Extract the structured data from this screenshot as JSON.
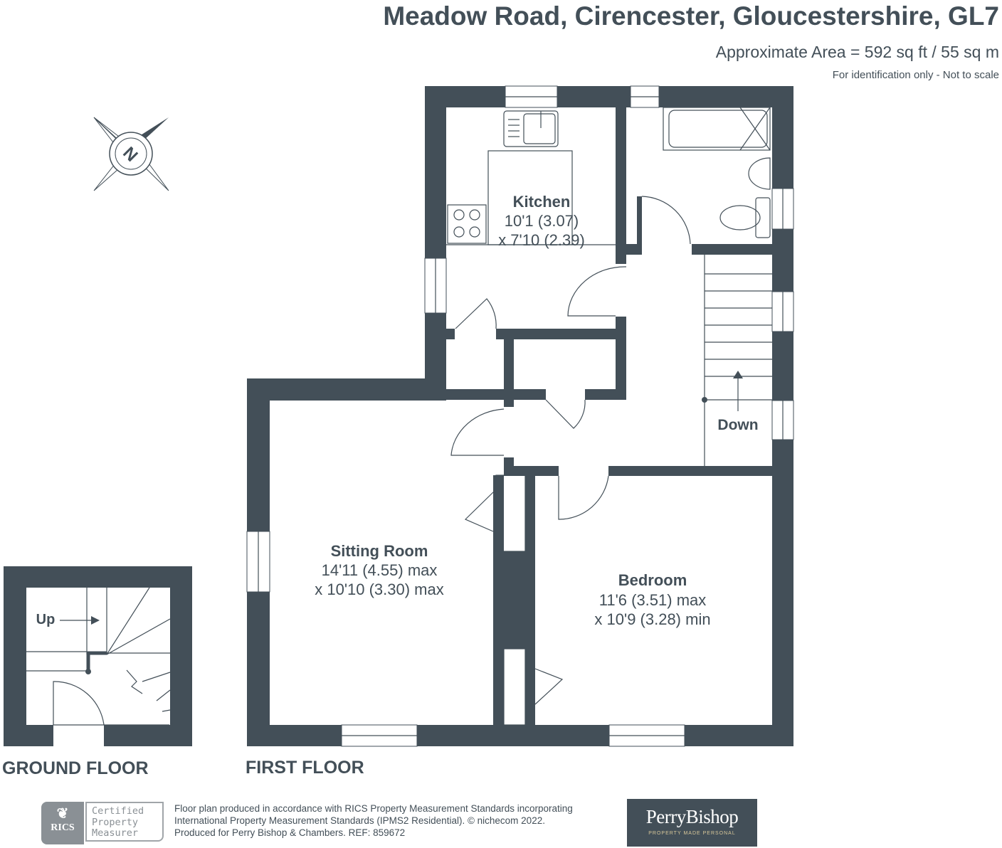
{
  "header": {
    "title": "Meadow Road, Cirencester, Gloucestershire, GL7",
    "area": "Approximate Area = 592 sq ft / 55 sq m",
    "note": "For identification only - Not to scale"
  },
  "compass": {
    "label": "N"
  },
  "rooms": {
    "kitchen": {
      "name": "Kitchen",
      "dim1": "10'1 (3.07)",
      "dim2": "x 7'10 (2.39)"
    },
    "sitting": {
      "name": "Sitting Room",
      "dim1": "14'11 (4.55) max",
      "dim2": "x 10'10 (3.30) max"
    },
    "bedroom": {
      "name": "Bedroom",
      "dim1": "11'6 (3.51) max",
      "dim2": "x 10'9 (3.28) min"
    }
  },
  "stairs": {
    "down": "Down",
    "up": "Up"
  },
  "floors": {
    "ground": "GROUND FLOOR",
    "first": "FIRST FLOOR"
  },
  "footer": {
    "line1": "Floor plan produced in accordance with RICS Property Measurement Standards incorporating",
    "line2": "International Property Measurement Standards (IPMS2 Residential).   © nichecom 2022.",
    "line3": "Produced for Perry Bishop & Chambers.   REF:  859672",
    "rics_mark": "RICS",
    "rics_cert": [
      "Certified",
      "Property",
      "Measurer"
    ],
    "brand": "PerryBishop",
    "tagline": "PROPERTY MADE PERSONAL"
  },
  "colors": {
    "wall": "#434f58",
    "brand_bg": "#434f58"
  }
}
